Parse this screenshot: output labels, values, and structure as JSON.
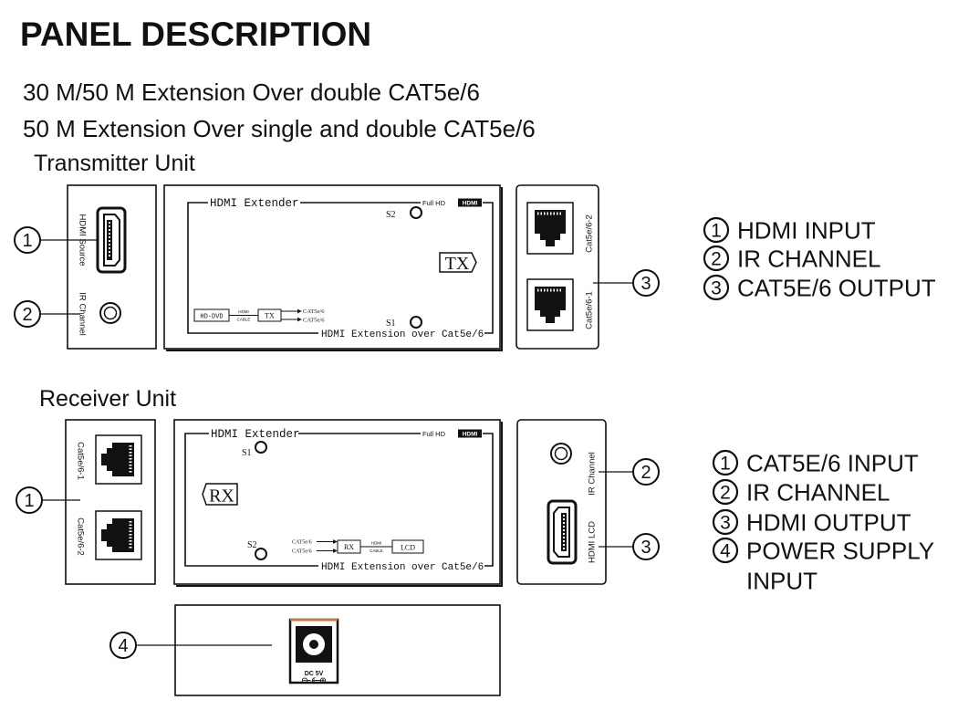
{
  "title": "PANEL DESCRIPTION",
  "subtitle_1": "30 M/50 M Extension Over double CAT5e/6",
  "subtitle_2": "50 M Extension Over single and double CAT5e/6",
  "colors": {
    "ink": "#111111",
    "accent": "#c27a3f",
    "paper": "#ffffff"
  },
  "transmitter": {
    "heading": "Transmitter Unit",
    "callouts": {
      "hdmi_input": "1",
      "ir_channel": "2",
      "cat_output": "3"
    },
    "left_panel": {
      "hdmi_label": "HDMI Source",
      "ir_label": "IR Channel"
    },
    "front_panel": {
      "brand": "HDMI Extender",
      "full_hd": "Full HD",
      "hdmi_logo": "HDMI",
      "switch_2": "S2",
      "switch_1": "S1",
      "unit_badge": "TX",
      "source_box": "HD-DVD",
      "cable_top": "HDMI",
      "cable_bottom": "CABLE",
      "unit_box": "TX",
      "cat_line_1": "CAT5e/6",
      "cat_line_2": "CAT5e/6",
      "footer": "HDMI Extension over Cat5e/6"
    },
    "right_panel": {
      "port_top_label": "Cat5e/6-2",
      "port_bottom_label": "Cat5e/6-1"
    },
    "legend": [
      {
        "num": "1",
        "label": "HDMI INPUT"
      },
      {
        "num": "2",
        "label": "IR CHANNEL"
      },
      {
        "num": "3",
        "label": "CAT5E/6 OUTPUT"
      }
    ]
  },
  "receiver": {
    "heading": "Receiver Unit",
    "callouts": {
      "cat_input": "1",
      "ir_channel": "2",
      "hdmi_output": "3",
      "power_input": "4"
    },
    "left_panel": {
      "port_top_label": "Cat5e/6-1",
      "port_bottom_label": "Cat5e/6-2"
    },
    "front_panel": {
      "brand": "HDMI Extender",
      "full_hd": "Full HD",
      "hdmi_logo": "HDMI",
      "switch_1": "S1",
      "switch_2": "S2",
      "unit_badge": "RX",
      "cat_line_1": "CAT5e/6",
      "cat_line_2": "CAT5e/6",
      "unit_box": "RX",
      "cable_top": "HDMI",
      "cable_bottom": "CABLE",
      "display_box": "LCD",
      "footer": "HDMI Extension over Cat5e/6"
    },
    "right_panel": {
      "ir_label": "IR Channel",
      "hdmi_label": "HDMI LCD"
    },
    "power_panel": {
      "jack_label": "DC 5V"
    },
    "legend": [
      {
        "num": "1",
        "label": "CAT5E/6 INPUT"
      },
      {
        "num": "2",
        "label": "IR CHANNEL"
      },
      {
        "num": "3",
        "label": "HDMI OUTPUT"
      },
      {
        "num": "4",
        "label": "POWER SUPPLY",
        "label_cont": "INPUT"
      }
    ]
  }
}
